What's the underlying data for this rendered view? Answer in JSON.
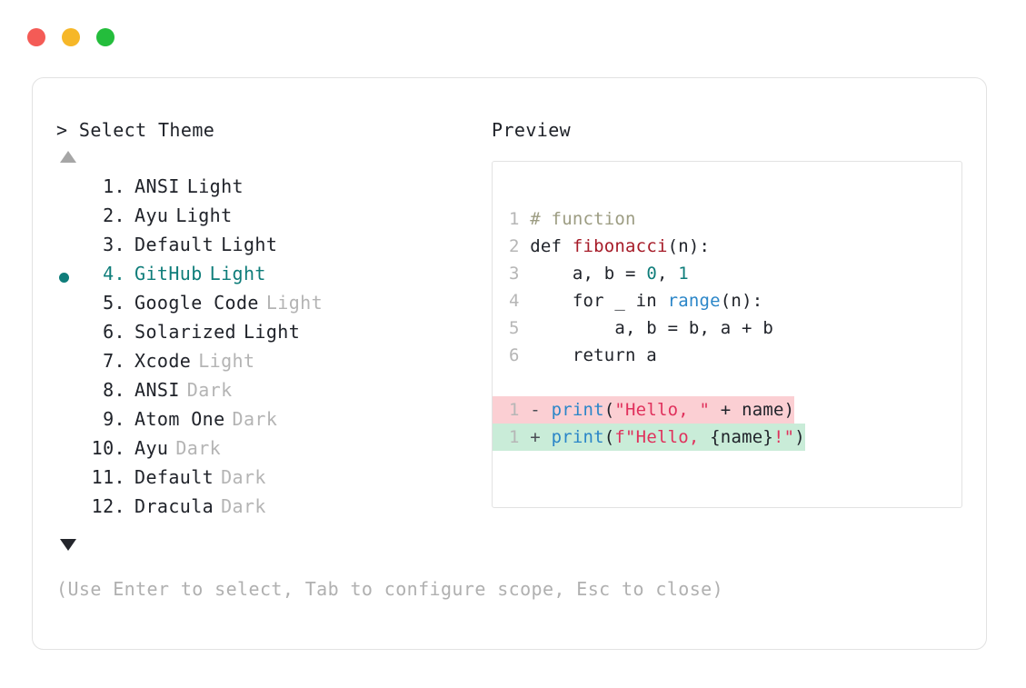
{
  "window": {
    "dots": [
      {
        "name": "close",
        "color": "#f45b56"
      },
      {
        "name": "minimize",
        "color": "#f6b728"
      },
      {
        "name": "maximize",
        "color": "#24bd3c"
      }
    ]
  },
  "selector": {
    "caret": ">",
    "title": "Select Theme",
    "scroll_up_indicator": "▲",
    "scroll_down_indicator": "▼",
    "selected_index": 4,
    "items": [
      {
        "index": "1.",
        "name": "ANSI",
        "variant": "Light",
        "variant_muted": false,
        "selected": false
      },
      {
        "index": "2.",
        "name": "Ayu",
        "variant": "Light",
        "variant_muted": false,
        "selected": false
      },
      {
        "index": "3.",
        "name": "Default",
        "variant": "Light",
        "variant_muted": false,
        "selected": false
      },
      {
        "index": "4.",
        "name": "GitHub",
        "variant": "Light",
        "variant_muted": false,
        "selected": true
      },
      {
        "index": "5.",
        "name": "Google Code",
        "variant": "Light",
        "variant_muted": true,
        "selected": false
      },
      {
        "index": "6.",
        "name": "Solarized",
        "variant": "Light",
        "variant_muted": false,
        "selected": false
      },
      {
        "index": "7.",
        "name": "Xcode",
        "variant": "Light",
        "variant_muted": true,
        "selected": false
      },
      {
        "index": "8.",
        "name": "ANSI",
        "variant": "Dark",
        "variant_muted": true,
        "selected": false
      },
      {
        "index": "9.",
        "name": "Atom One",
        "variant": "Dark",
        "variant_muted": true,
        "selected": false
      },
      {
        "index": "10.",
        "name": "Ayu",
        "variant": "Dark",
        "variant_muted": true,
        "selected": false
      },
      {
        "index": "11.",
        "name": "Default",
        "variant": "Dark",
        "variant_muted": true,
        "selected": false
      },
      {
        "index": "12.",
        "name": "Dracula",
        "variant": "Dark",
        "variant_muted": true,
        "selected": false
      }
    ],
    "hint": "(Use Enter to select, Tab to configure scope, Esc to close)"
  },
  "preview": {
    "label": "Preview",
    "code_lines": [
      {
        "ln": "1",
        "tokens": [
          {
            "t": "# function",
            "c": "comment"
          }
        ]
      },
      {
        "ln": "2",
        "tokens": [
          {
            "t": "def ",
            "c": "kw"
          },
          {
            "t": "fibonacci",
            "c": "fn"
          },
          {
            "t": "(n):",
            "c": "punct"
          }
        ]
      },
      {
        "ln": "3",
        "tokens": [
          {
            "t": "    a, b = ",
            "c": "plain"
          },
          {
            "t": "0",
            "c": "num"
          },
          {
            "t": ", ",
            "c": "plain"
          },
          {
            "t": "1",
            "c": "num"
          }
        ]
      },
      {
        "ln": "4",
        "tokens": [
          {
            "t": "    for _ in ",
            "c": "plain"
          },
          {
            "t": "range",
            "c": "builtin"
          },
          {
            "t": "(n):",
            "c": "punct"
          }
        ]
      },
      {
        "ln": "5",
        "tokens": [
          {
            "t": "        a, b = b, a + b",
            "c": "plain"
          }
        ]
      },
      {
        "ln": "6",
        "tokens": [
          {
            "t": "    return a",
            "c": "plain"
          }
        ]
      }
    ],
    "diff_lines": [
      {
        "ln": "1",
        "sign": "-",
        "kind": "del",
        "tokens": [
          {
            "t": "print",
            "c": "builtin"
          },
          {
            "t": "(",
            "c": "punct"
          },
          {
            "t": "\"Hello, \"",
            "c": "str"
          },
          {
            "t": " + name)",
            "c": "plain"
          }
        ]
      },
      {
        "ln": "1",
        "sign": "+",
        "kind": "add",
        "tokens": [
          {
            "t": "print",
            "c": "builtin"
          },
          {
            "t": "(",
            "c": "punct"
          },
          {
            "t": "f\"Hello, ",
            "c": "str"
          },
          {
            "t": "{name}",
            "c": "plain"
          },
          {
            "t": "!\"",
            "c": "str"
          },
          {
            "t": ")",
            "c": "punct"
          }
        ]
      }
    ]
  },
  "colors": {
    "accent_teal": "#0f7d7a",
    "muted_grey": "#b4b4b4",
    "text": "#20232a",
    "diff_del_bg": "#fbcfd3",
    "diff_add_bg": "#c9ecd8",
    "border": "#e2e2e2"
  }
}
